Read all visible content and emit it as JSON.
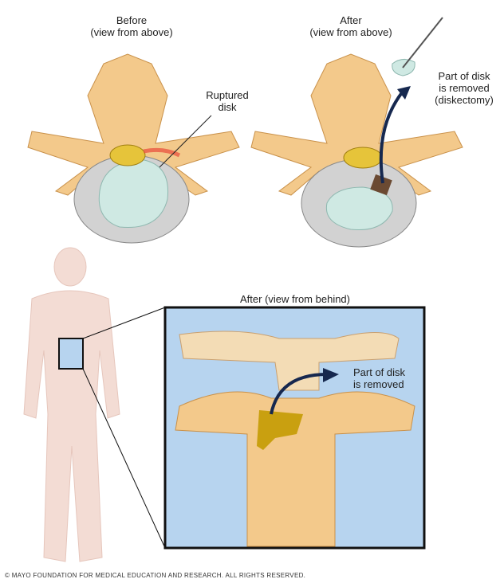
{
  "panels": {
    "before_above": {
      "title": "Before",
      "subtitle": "(view from above)",
      "callout_line1": "Ruptured",
      "callout_line2": "disk"
    },
    "after_above": {
      "title": "After",
      "subtitle": "(view from above)",
      "callout_line1": "Part of disk",
      "callout_line2": "is removed",
      "callout_line3": "(diskectomy)"
    },
    "after_behind": {
      "title": "After (view from behind)",
      "callout_line1": "Part of disk",
      "callout_line2": "is removed"
    }
  },
  "footer": "© MAYO FOUNDATION FOR MEDICAL EDUCATION AND RESEARCH. ALL RIGHTS RESERVED.",
  "colors": {
    "bone": "#f3c98b",
    "disk": "#cfe9e3",
    "inset_bg": "#b7d4ef",
    "arrow": "#16284f"
  }
}
